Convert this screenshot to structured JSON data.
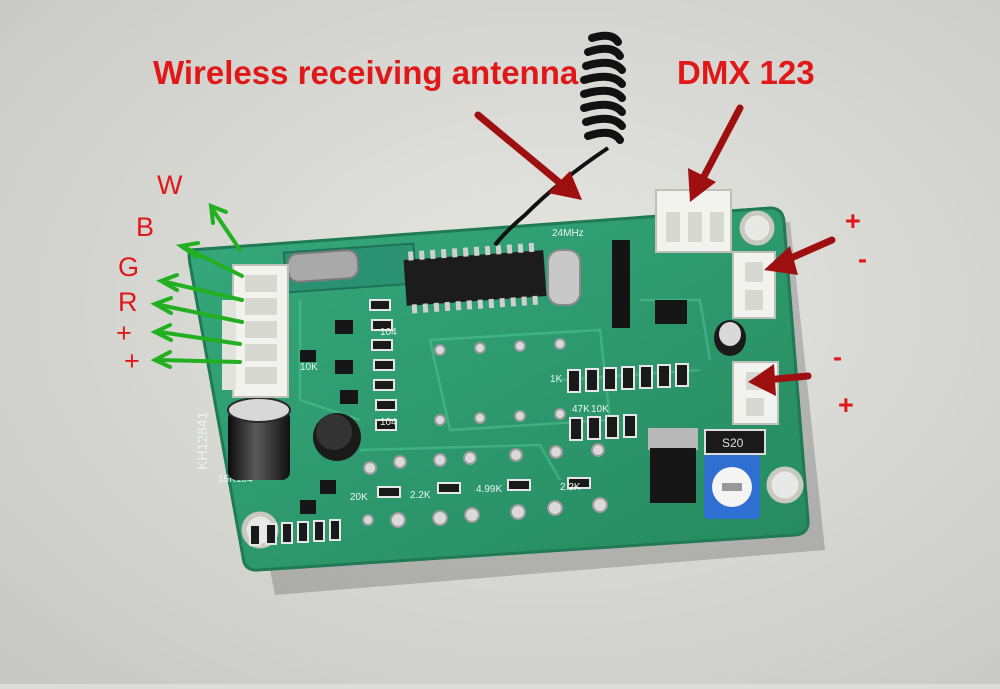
{
  "annotations": {
    "antenna_label": "Wireless receiving antenna",
    "dmx_label": "DMX 123",
    "output_pins": [
      "W",
      "B",
      "G",
      "R",
      "+",
      "+"
    ],
    "power_top": [
      "+",
      "-"
    ],
    "power_bottom": [
      "-",
      "+"
    ]
  },
  "board": {
    "silkscreen": {
      "model": "KH12841",
      "crystal": "24MHz",
      "diode": "S20",
      "resistor_labels": [
        "15K",
        "104",
        "20K",
        "2.2K",
        "4.99K",
        "2.2K",
        "47K",
        "10K",
        "1K",
        "104",
        "10K",
        "104"
      ]
    }
  },
  "colors": {
    "background": "#dcdcd8",
    "board": "#2e9e74",
    "board_dark": "#237d5b",
    "annotation_red": "#e01818",
    "arrow_dark_red": "#9e1010",
    "arrow_green": "#22b020",
    "connector": "#f2f2ee",
    "chip": "#1c1c1c"
  },
  "icons": [
    "antenna-coil-icon",
    "capacitor-icon",
    "connector-icon",
    "arrow-icon",
    "potentiometer-icon"
  ]
}
